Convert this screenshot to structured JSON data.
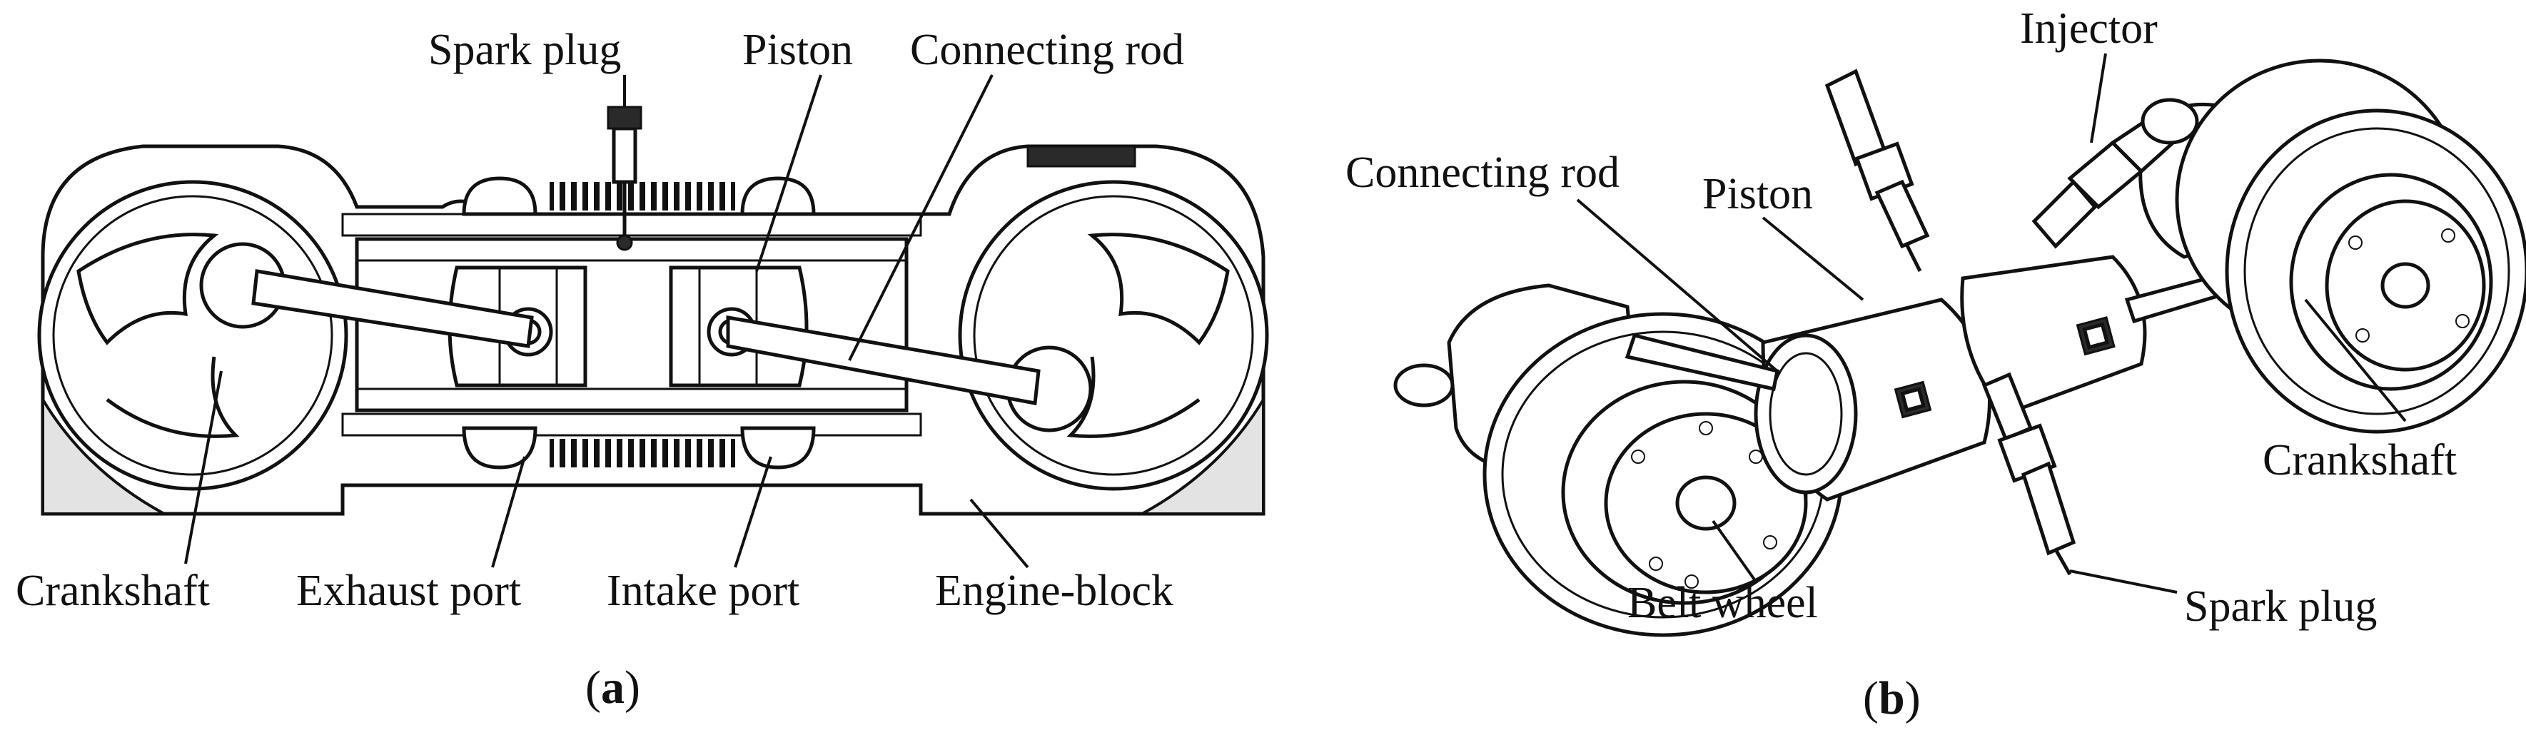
{
  "panel_a": {
    "caption_letter": "a",
    "labels": {
      "spark_plug": "Spark plug",
      "piston": "Piston",
      "connecting_rod": "Connecting rod",
      "crankshaft": "Crankshaft",
      "exhaust_port": "Exhaust port",
      "intake_port": "Intake port",
      "engine_block": "Engine-block"
    }
  },
  "panel_b": {
    "caption_letter": "b",
    "labels": {
      "injector": "Injector",
      "connecting_rod": "Connecting rod",
      "piston": "Piston",
      "crankshaft": "Crankshaft",
      "belt_wheel": "Belt wheel",
      "spark_plug": "Spark plug"
    }
  }
}
